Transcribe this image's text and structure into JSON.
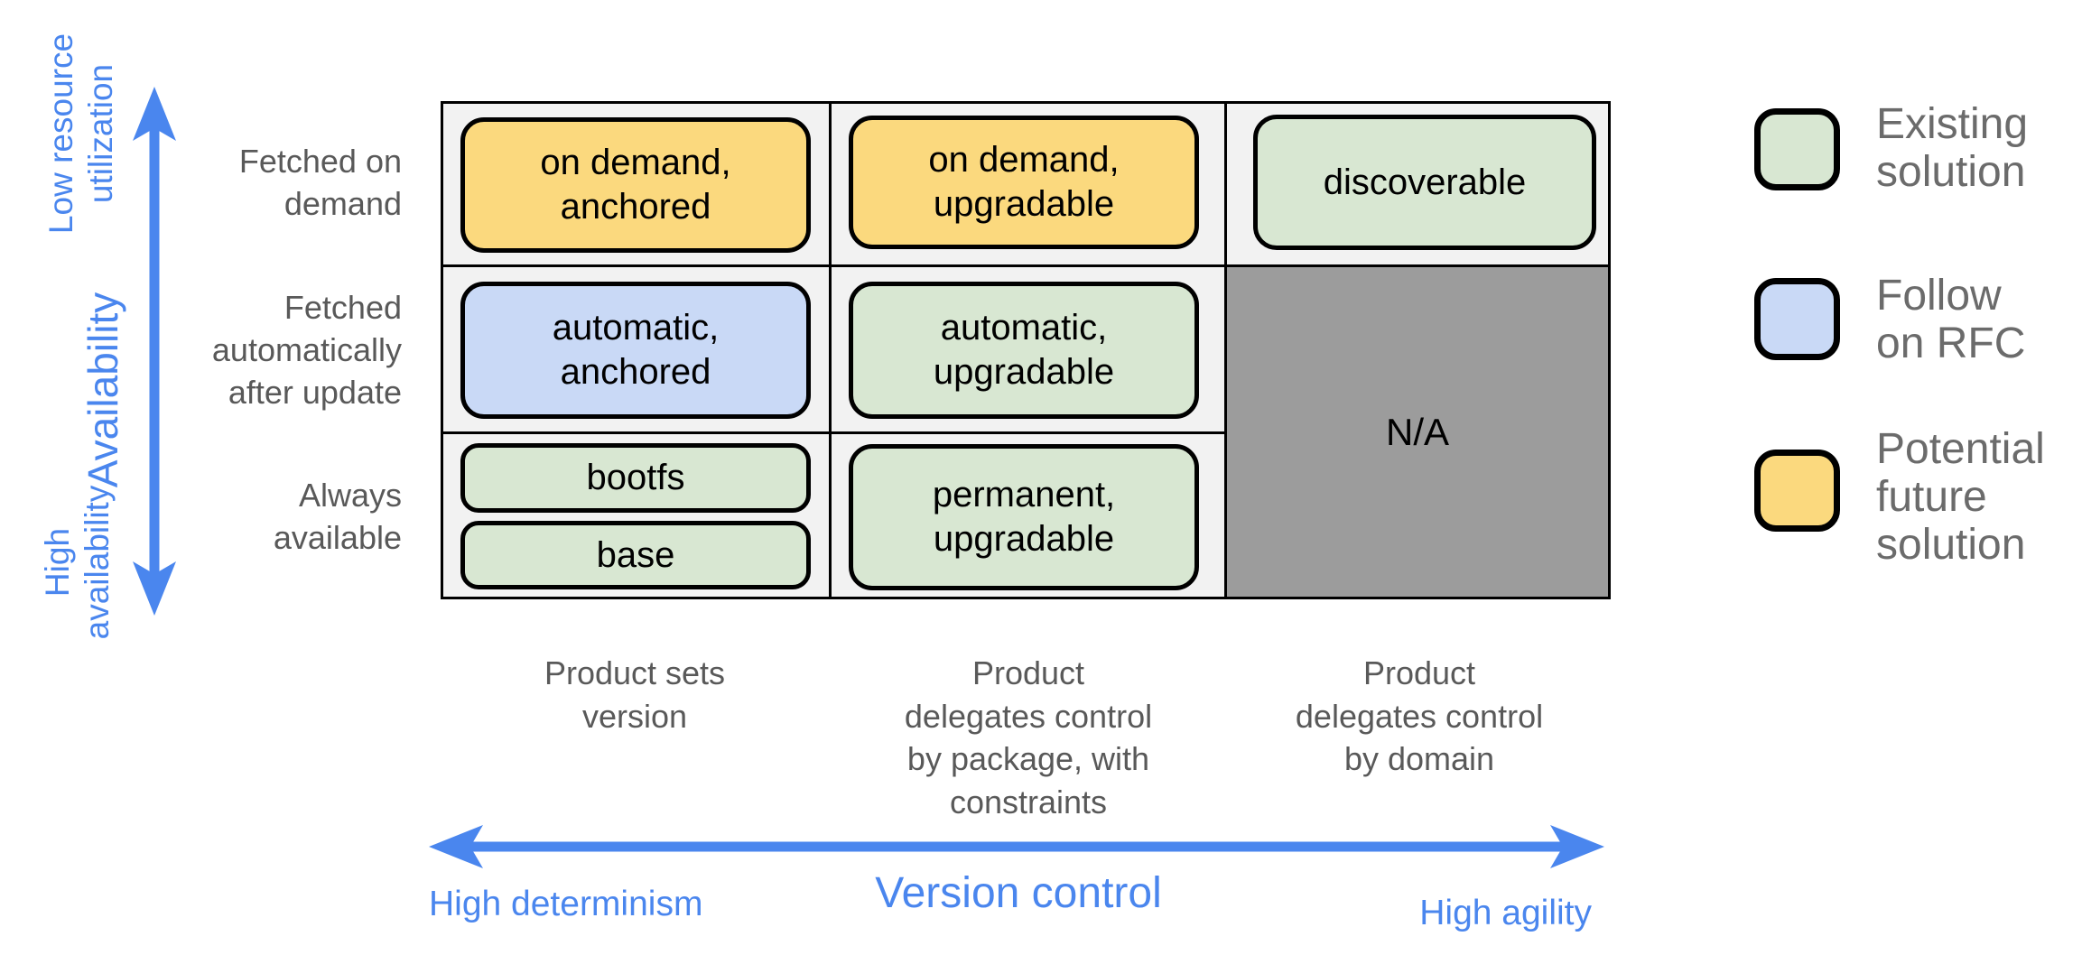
{
  "palette": {
    "accent": "#4A86EE",
    "label_gray": "#595959",
    "legend_gray": "#6B6B6B",
    "line": "#000000",
    "cell_bg": "#F2F2F2",
    "na_fill": "#9C9C9C",
    "existing": "#D8E7D2",
    "follow": "#C9D9F6",
    "future": "#FBD97E"
  },
  "y_axis": {
    "high_end_label": "Low resource\nutilization",
    "title": "Availability",
    "low_end_label": "High\navailability"
  },
  "x_axis": {
    "title": "Version control",
    "left_label": "High determinism",
    "right_label": "High agility"
  },
  "matrix": {
    "row_labels": [
      "Fetched on\ndemand",
      "Fetched\nautomatically\nafter update",
      "Always\navailable"
    ],
    "column_labels": [
      "Product sets\nversion",
      "Product\ndelegates control\nby package, with\nconstraints",
      "Product\ndelegates control\nby domain"
    ],
    "na_label": "N/A",
    "boxes": {
      "on_demand_anchored": {
        "label": "on demand,\nanchored",
        "status": "future"
      },
      "on_demand_upgradable": {
        "label": "on demand,\nupgradable",
        "status": "future"
      },
      "discoverable": {
        "label": "discoverable",
        "status": "existing"
      },
      "automatic_anchored": {
        "label": "automatic,\nanchored",
        "status": "follow"
      },
      "automatic_upgradable": {
        "label": "automatic,\nupgradable",
        "status": "existing"
      },
      "bootfs": {
        "label": "bootfs",
        "status": "existing"
      },
      "base": {
        "label": "base",
        "status": "existing"
      },
      "permanent_upgradable": {
        "label": "permanent,\nupgradable",
        "status": "existing"
      }
    }
  },
  "legend": {
    "items": [
      {
        "label": "Existing\nsolution",
        "status": "existing"
      },
      {
        "label": "Follow\non RFC",
        "status": "follow"
      },
      {
        "label": "Potential\nfuture\nsolution",
        "status": "future"
      }
    ]
  }
}
